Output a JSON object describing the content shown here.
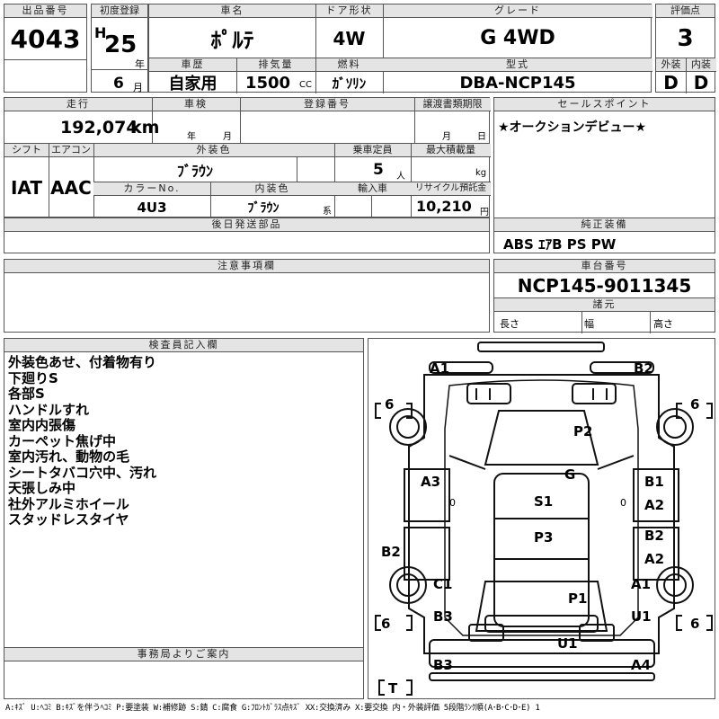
{
  "header": {
    "lot_label": "出品番号",
    "lot_value": "4043",
    "first_reg_label": "初度登録",
    "era": "H",
    "year": "25",
    "year_unit": "年",
    "month": "6",
    "month_unit": "月",
    "car_name_label": "車名",
    "car_name": "ﾎﾟﾙﾃ",
    "door_label": "ドア形状",
    "door": "4W",
    "grade_label": "グレード",
    "grade": "G 4WD",
    "score_label": "評価点",
    "score": "3",
    "history_label": "車歴",
    "history": "自家用",
    "displacement_label": "排気量",
    "displacement": "1500",
    "displacement_unit": "CC",
    "fuel_label": "燃料",
    "fuel": "ｶﾞｿﾘﾝ",
    "model_label": "型式",
    "model": "DBA-NCP145",
    "exterior_label": "外装",
    "exterior": "D",
    "interior_label": "内装",
    "interior": "D"
  },
  "row2": {
    "mileage_label": "走行",
    "mileage": "192,074",
    "mileage_unit": "km",
    "inspection_label": "車検",
    "year_unit": "年",
    "month_unit": "月",
    "reg_no_label": "登録番号",
    "transfer_label": "譲渡書類期限",
    "day_unit": "日",
    "shift_label": "シフト",
    "shift": "IAT",
    "ac_label": "エアコン",
    "ac": "AAC",
    "color_label": "外装色",
    "color": "ﾌﾞﾗｳﾝ",
    "capacity_label": "乗車定員",
    "capacity": "5",
    "capacity_unit": "人",
    "load_label": "最大積載量",
    "load_unit": "kg",
    "color_no_label": "カラーNo.",
    "color_no": "4U3",
    "int_color_label": "内装色",
    "int_color": "ﾌﾞﾗｳﾝ",
    "int_color_suffix": "系",
    "import_label": "輸入車",
    "recycle_label": "リサイクル預託金",
    "recycle": "10,210",
    "recycle_unit": "円",
    "later_parts_label": "後日発送部品",
    "sales_point_label": "セールスポイント",
    "sales_point": "★オークションデビュー★",
    "equipment_label": "純正装備",
    "equipment": "ABS ｴｱB PS PW"
  },
  "notes": {
    "caution_label": "注意事項欄",
    "chassis_label": "車台番号",
    "chassis": "NCP145-9011345",
    "specs_label": "諸元",
    "length_label": "長さ",
    "width_label": "幅",
    "height_label": "高さ",
    "inspector_label": "検査員記入欄",
    "inspector_lines": [
      "外装色あせ、付着物有り",
      "下廻りS",
      "各部S",
      "ハンドルすれ",
      "室内内張傷",
      "カーペット焦げ中",
      "室内汚れ、動物の毛",
      "シートタバコ穴中、汚れ",
      "天張しみ中",
      "社外アルミホイール",
      "スタッドレスタイヤ"
    ],
    "office_label": "事務局よりご案内"
  },
  "diagram": {
    "marks": [
      "A1",
      "B2",
      "6",
      "6",
      "P2",
      "G",
      "A3",
      "B1",
      "S1",
      "A2",
      "0",
      "0",
      "P3",
      "B2",
      "B2",
      "A2",
      "C1",
      "A1",
      "P1",
      "B3",
      "U1",
      "6",
      "6",
      "U1",
      "B3",
      "A4",
      "T"
    ]
  },
  "legend": "A:ｷｽﾞ U:ﾍｺﾐ B:ｷｽﾞを伴うﾍｺﾐ P:要塗装 W:補修跡 S:錆 C:腐食 G:ﾌﾛﾝﾄｶﾞﾗｽ点ｷｽﾞ XX:交換済み X:要交換 内・外装評価 5段階ﾗﾝｸ順(A･B･C･D･E) 1"
}
